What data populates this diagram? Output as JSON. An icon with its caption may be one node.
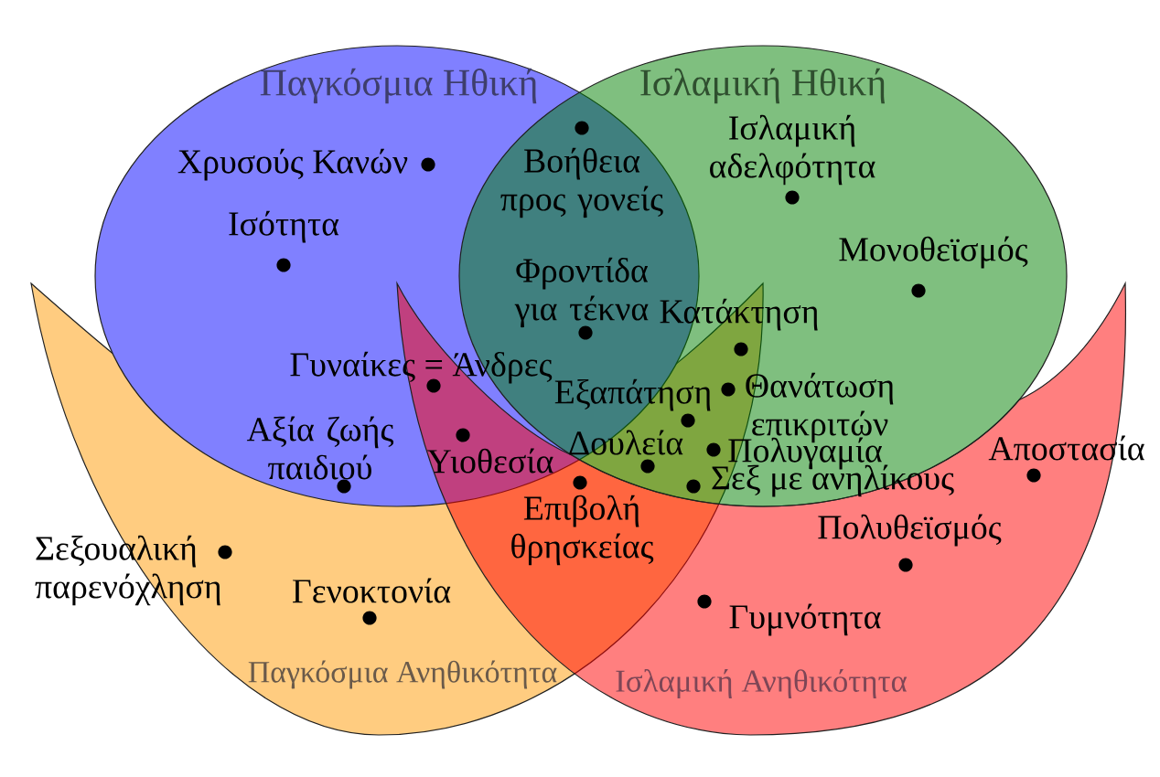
{
  "diagram": {
    "nodes": [
      {
        "text": [
          "Παγκόσμια Ηθική"
        ]
      },
      {
        "text": [
          "Ισλαμική Ηθική"
        ]
      },
      {
        "text": [
          "Παγκόσμια Ανηθικότητα"
        ]
      },
      {
        "text": [
          "Ισλαμική Ανηθικότητα"
        ]
      }
    ],
    "labels": [
      "Χρυσούς Κανών",
      "Βοήθεια προς γονείς",
      "Ισλαμική αδελφότητα",
      "Ισότητα",
      "Φροντίδα για τέκνα",
      "Μονοθεϊσμός",
      "Κατάκτηση",
      "Γυναίκες = Άνδρες",
      "Εξαπάτηση",
      "Θανάτωση επικριτών",
      "Αξία ζωής παιδιού",
      "Δουλεία",
      "Υιοθεσία",
      "Πολυγαμία",
      "Αποστασία",
      "Σεξ με ανηλίκους",
      "Επιβολή θρησκείας",
      "Σεξουαλική παρενόχληση",
      "Πολυθεϊσμός",
      "Γενοκτονία",
      "Γυμνότητα"
    ]
  }
}
